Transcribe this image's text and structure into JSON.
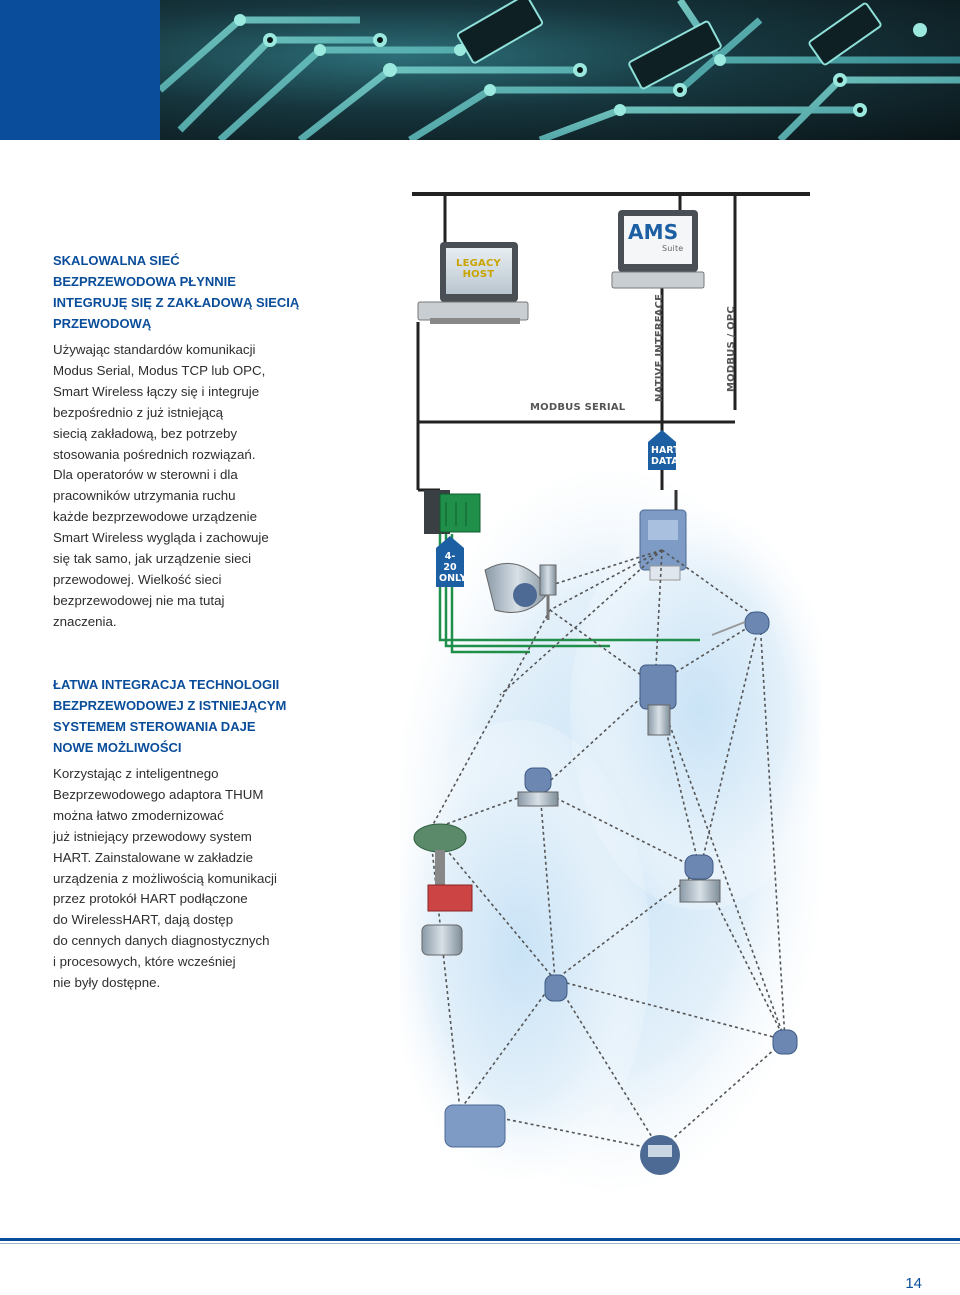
{
  "section1": {
    "heading_lines": [
      "SKALOWALNA SIEĆ",
      "BEZPRZEWODOWA PŁYNNIE",
      "INTEGRUJĘ SIĘ Z ZAKŁADOWĄ SIECIĄ",
      "PRZEWODOWĄ"
    ],
    "body_lines": [
      "Używając standardów komunikacji",
      "Modus Serial, Modus TCP lub OPC,",
      "Smart Wireless łączy się i integruje",
      "bezpośrednio z już istniejącą",
      "siecią zakładową, bez potrzeby",
      "stosowania pośrednich rozwiązań.",
      "Dla operatorów w sterowni i dla",
      "pracowników utrzymania ruchu",
      "każde bezprzewodowe urządzenie",
      "Smart Wireless wygląda i zachowuje",
      "się tak samo, jak urządzenie sieci",
      "przewodowej. Wielkość sieci",
      "bezprzewodowej nie ma tutaj",
      "znaczenia."
    ]
  },
  "section2": {
    "heading_lines": [
      "ŁATWA INTEGRACJA TECHNOLOGII",
      "BEZPRZEWODOWEJ Z ISTNIEJĄCYM",
      "SYSTEMEM STEROWANIA DAJE",
      "NOWE MOŻLIWOŚCI"
    ],
    "body_lines": [
      "Korzystając z inteligentnego",
      "Bezprzewodowego adaptora THUM",
      "można łatwo zmodernizować",
      "już istniejący przewodowy system",
      "HART. Zainstalowane w zakładzie",
      "urządzenia z możliwością komunikacji",
      "przez protokół HART podłączone",
      "do WirelessHART, dają dostęp",
      "do cennych danych diagnostycznych",
      "i procesowych, które wcześniej",
      "nie były dostępne."
    ]
  },
  "diagram": {
    "legacy_host_line1": "LEGACY",
    "legacy_host_line2": "HOST",
    "ams_logo": "AMS",
    "ams_suite": "Suite",
    "modbus_serial": "MODBUS SERIAL",
    "native_interface": "NATIVE INTERFACE",
    "modbus_opc": "MODBUS / OPC",
    "hart_badge_line1": "HART",
    "hart_badge_line2": "DATA",
    "ma_badge_line1": "4-20",
    "ma_badge_line2": "ONLY"
  },
  "colors": {
    "brand_blue": "#0a4d9a",
    "heading_blue": "#0a4d9a",
    "badge_blue": "#1d5fa3",
    "wire_green": "#1f8f4a"
  },
  "page_number": "14"
}
